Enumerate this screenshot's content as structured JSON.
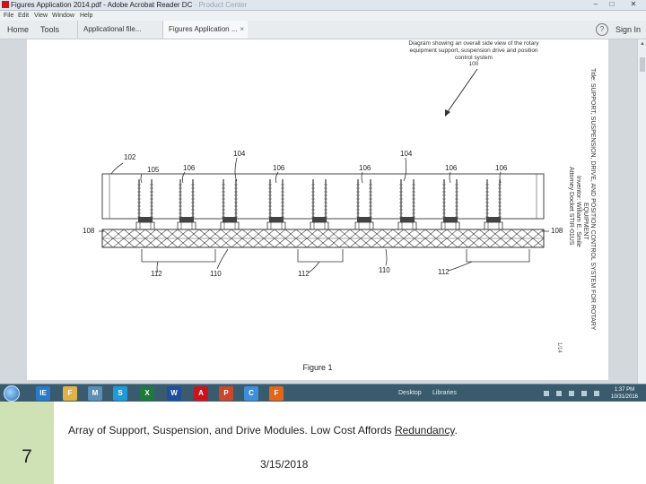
{
  "window": {
    "title": "Figures Application 2014.pdf - Adobe Acrobat Reader DC",
    "title_faded_suffix": " - Product Center",
    "min": "–",
    "max": "□",
    "close": "✕"
  },
  "menu": [
    "File",
    "Edit",
    "View",
    "Window",
    "Help"
  ],
  "nav": {
    "home": "Home",
    "tools": "Tools"
  },
  "doc_tabs": [
    {
      "label": "Applicational file..."
    },
    {
      "label": "Figures Application ...",
      "close": "×"
    }
  ],
  "help_label": "?",
  "sign_in": "Sign In",
  "figure": {
    "annotation": [
      "Diagram showing an overall side view of the rotary",
      "equipment support, suspension drive and position",
      "control system"
    ],
    "annotation_ref": "100",
    "side_title": [
      "Title: SUPPORT, SUSPENSION, DRIVE, AND POSITION CONTROL SYSTEM FOR ROTARY",
      "EQUIPMENT",
      "Inventor: William E. Smile",
      "Attorney Docket STIR-01US"
    ],
    "page_marker": "1/14",
    "labels": {
      "l102": "102",
      "l105": "105",
      "l106": "106",
      "l104": "104",
      "l108": "108",
      "l110": "110",
      "l112": "112"
    },
    "caption": "Figure 1"
  },
  "taskbar": {
    "apps": [
      "IE",
      "F",
      "M",
      "S",
      "X",
      "W",
      "A",
      "P",
      "C",
      "F"
    ],
    "desktop": "Desktop",
    "libraries": "Libraries",
    "time": "1:37 PM",
    "date": "10/31/2016"
  },
  "slide": {
    "number": "7",
    "caption_prefix": "Array of Support, Suspension, and Drive Modules.  Low Cost Affords ",
    "caption_underlined": "Redundancy",
    "caption_suffix": ".",
    "date": "3/15/2018"
  },
  "colors": {
    "taskbar": "#3a5a6e",
    "slide_sidebar": "#cfe2b5",
    "acrobat_red": "#c8141c"
  }
}
